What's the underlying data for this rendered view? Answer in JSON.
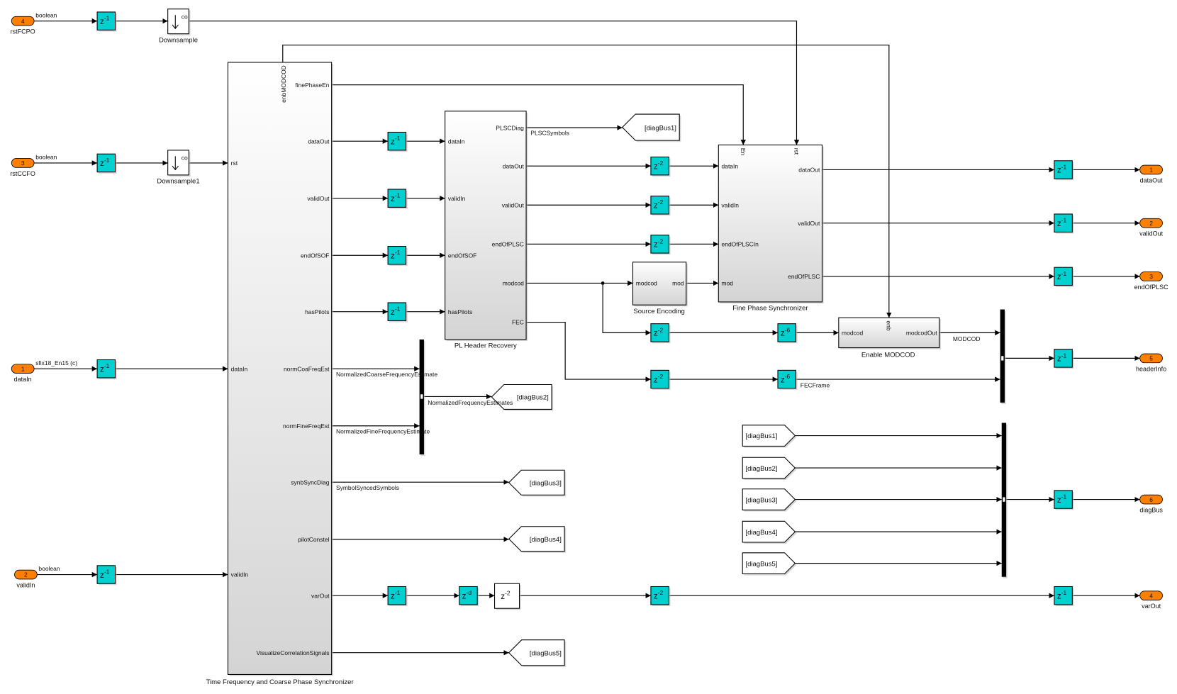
{
  "colors": {
    "port": "#FF8000",
    "delay": "#00D0D0",
    "block_top": "#FFFFFF",
    "block_bottom": "#D4D4D4",
    "wire": "#000000"
  },
  "delay_symbol": "z",
  "inports": [
    {
      "num": "4",
      "name": "rstFCPO",
      "type": "boolean"
    },
    {
      "num": "3",
      "name": "rstCCFO",
      "type": "boolean"
    },
    {
      "num": "1",
      "name": "dataIn",
      "type": "sfix18_En15 (c)"
    },
    {
      "num": "2",
      "name": "validIn",
      "type": "boolean"
    }
  ],
  "outports": [
    {
      "num": "1",
      "name": "dataOut"
    },
    {
      "num": "2",
      "name": "validOut"
    },
    {
      "num": "3",
      "name": "endOfPLSC"
    },
    {
      "num": "5",
      "name": "headerInfo"
    },
    {
      "num": "6",
      "name": "diagBus"
    },
    {
      "num": "4",
      "name": "varOut"
    }
  ],
  "delays": [
    "-1",
    "-1",
    "-1",
    "-1",
    "-1",
    "-1",
    "-1",
    "-1",
    "-2",
    "-2",
    "-2",
    "-2",
    "-6",
    "-2",
    "-6",
    "-1",
    "-d",
    "-2",
    "-1",
    "-1",
    "-1",
    "-1",
    "-1",
    "-1"
  ],
  "white_delay": "-2",
  "blocks": {
    "downsample": {
      "title": "Downsample",
      "port": "co"
    },
    "downsample1": {
      "title": "Downsample1",
      "port": "co"
    },
    "tfcps": {
      "title": "Time Frequency and Coarse Phase Synchronizer",
      "top_port": "enbMODCOD",
      "inputs": [
        "rst",
        "dataIn",
        "validIn"
      ],
      "outputs": [
        "finePhaseEn",
        "dataOut",
        "validOut",
        "endOfSOF",
        "hasPilots",
        "normCoaFreqEst",
        "normFineFreqEst",
        "synbSyncDiag",
        "pilotConstel",
        "varOut",
        "VisualizeCorrelationSignals"
      ]
    },
    "plhr": {
      "title": "PL Header Recovery",
      "inputs": [
        "dataIn",
        "validIn",
        "endOfSOF",
        "hasPilots"
      ],
      "outputs": [
        "PLSCDiag",
        "dataOut",
        "validOut",
        "endOfPLSC",
        "modcod",
        "FEC"
      ]
    },
    "source_encoding": {
      "title": "Source Encoding",
      "inputs": [
        "modcod"
      ],
      "outputs": [
        "mod"
      ]
    },
    "fine_phase": {
      "title": "Fine Phase Synchronizer",
      "top_ports": [
        "En",
        "rst"
      ],
      "inputs": [
        "dataIn",
        "validIn",
        "endOfPLSCIn",
        "mod"
      ],
      "outputs": [
        "dataOut",
        "validOut",
        "endOfPLSC"
      ]
    },
    "enable_modcod": {
      "title": "Enable MODCOD",
      "top_port": "enb",
      "inputs": [
        "modcod"
      ],
      "outputs": [
        "modcodOut"
      ]
    }
  },
  "signal_labels": {
    "plsc": "PLSCSymbols",
    "coarse": "NormalizedCoarseFrequencyEstimate",
    "fine": "NormalizedFineFrequencyEstimate",
    "freq": "NormalizedFrequencyEstimates",
    "symsync": "SymbolSyncedSymbols",
    "modcod": "MODCOD",
    "fec": "FECFrame"
  },
  "goto_tags": [
    "[diagBus1]",
    "[diagBus2]",
    "[diagBus3]",
    "[diagBus4]",
    "[diagBus5]"
  ],
  "from_tags": [
    "[diagBus1]",
    "[diagBus2]",
    "[diagBus3]",
    "[diagBus4]",
    "[diagBus5]"
  ]
}
